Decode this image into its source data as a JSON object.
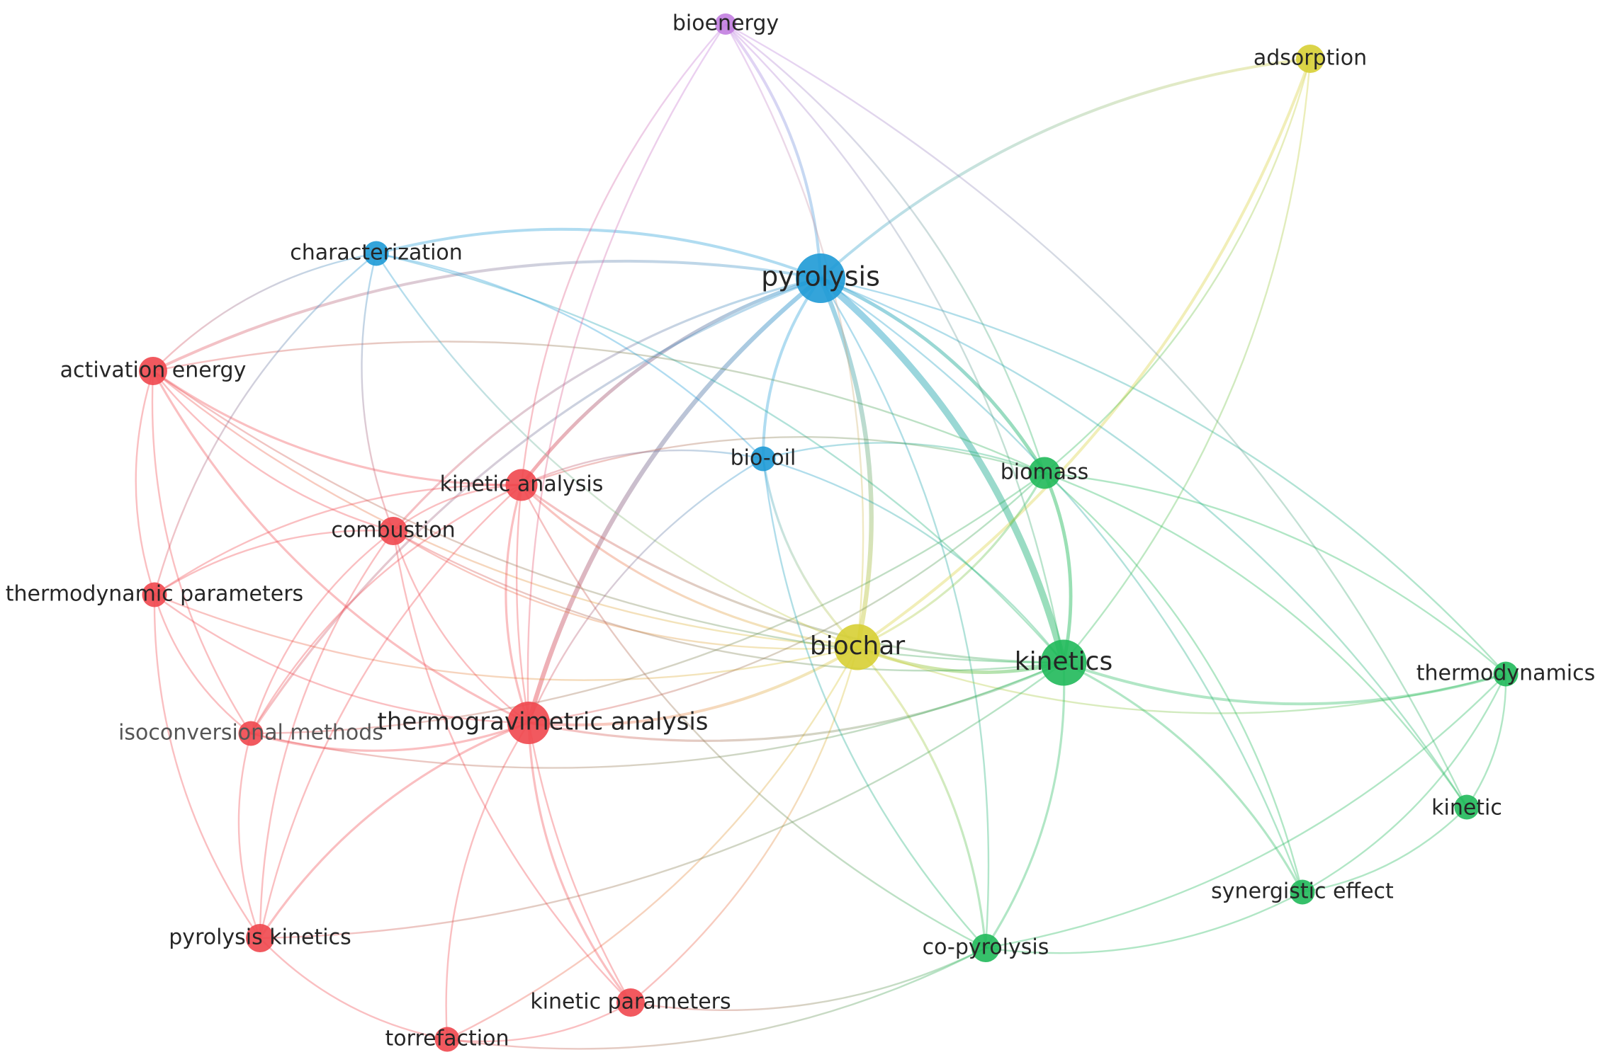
{
  "colors": {
    "red": "#f0474e",
    "blue": "#1e9ad6",
    "yellow": "#d7cf34",
    "green": "#20b95a",
    "purple": "#c27ee0"
  },
  "nodes": [
    {
      "id": "bioenergy",
      "label": "bioenergy",
      "cluster": "purple",
      "weight": 1
    },
    {
      "id": "adsorption",
      "label": "adsorption",
      "cluster": "yellow",
      "weight": 2
    },
    {
      "id": "characterization",
      "label": "characterization",
      "cluster": "blue",
      "weight": 1.5
    },
    {
      "id": "pyrolysis",
      "label": "pyrolysis",
      "cluster": "blue",
      "weight": 5
    },
    {
      "id": "activation_energy",
      "label": "activation energy",
      "cluster": "red",
      "weight": 2
    },
    {
      "id": "bio_oil",
      "label": "bio-oil",
      "cluster": "blue",
      "weight": 1.5
    },
    {
      "id": "biomass",
      "label": "biomass",
      "cluster": "green",
      "weight": 2.5
    },
    {
      "id": "kinetic_analysis",
      "label": "kinetic analysis",
      "cluster": "red",
      "weight": 2.5
    },
    {
      "id": "combustion",
      "label": "combustion",
      "cluster": "red",
      "weight": 2
    },
    {
      "id": "thermodynamic_parameters",
      "label": "thermodynamic parameters",
      "cluster": "red",
      "weight": 1.5
    },
    {
      "id": "biochar",
      "label": "biochar",
      "cluster": "yellow",
      "weight": 4.5
    },
    {
      "id": "kinetics",
      "label": "kinetics",
      "cluster": "green",
      "weight": 4.5
    },
    {
      "id": "thermodynamics",
      "label": "thermodynamics",
      "cluster": "green",
      "weight": 1.5
    },
    {
      "id": "isoconversional_methods",
      "label": "isoconversional methods",
      "cluster": "red",
      "weight": 1.5
    },
    {
      "id": "thermogravimetric_analysis",
      "label": "thermogravimetric analysis",
      "cluster": "red",
      "weight": 4
    },
    {
      "id": "kinetic",
      "label": "kinetic",
      "cluster": "green",
      "weight": 1.5
    },
    {
      "id": "synergistic_effect",
      "label": "synergistic effect",
      "cluster": "green",
      "weight": 1.5
    },
    {
      "id": "pyrolysis_kinetics",
      "label": "pyrolysis kinetics",
      "cluster": "red",
      "weight": 2
    },
    {
      "id": "co_pyrolysis",
      "label": "co-pyrolysis",
      "cluster": "green",
      "weight": 2
    },
    {
      "id": "kinetic_parameters",
      "label": "kinetic parameters",
      "cluster": "red",
      "weight": 2
    },
    {
      "id": "torrefaction",
      "label": "torrefaction",
      "cluster": "red",
      "weight": 1.5
    }
  ],
  "links": [
    [
      "pyrolysis",
      "kinetics",
      6
    ],
    [
      "pyrolysis",
      "biochar",
      4
    ],
    [
      "pyrolysis",
      "bio_oil",
      2.5
    ],
    [
      "pyrolysis",
      "biomass",
      3
    ],
    [
      "pyrolysis",
      "kinetic_analysis",
      3
    ],
    [
      "pyrolysis",
      "thermogravimetric_analysis",
      4
    ],
    [
      "pyrolysis",
      "characterization",
      2.5
    ],
    [
      "pyrolysis",
      "adsorption",
      2.5
    ],
    [
      "pyrolysis",
      "bioenergy",
      2.5
    ],
    [
      "pyrolysis",
      "activation_energy",
      2.5
    ],
    [
      "pyrolysis",
      "combustion",
      2
    ],
    [
      "pyrolysis",
      "thermodynamics",
      1.5
    ],
    [
      "pyrolysis",
      "co_pyrolysis",
      1.5
    ],
    [
      "pyrolysis",
      "synergistic_effect",
      1.5
    ],
    [
      "pyrolysis",
      "isoconversional_methods",
      2
    ],
    [
      "biochar",
      "kinetics",
      3
    ],
    [
      "biochar",
      "adsorption",
      2.5
    ],
    [
      "biochar",
      "biomass",
      2
    ],
    [
      "biochar",
      "thermogravimetric_analysis",
      2.5
    ],
    [
      "biochar",
      "kinetic_analysis",
      2
    ],
    [
      "biochar",
      "bio_oil",
      2
    ],
    [
      "biochar",
      "co_pyrolysis",
      2
    ],
    [
      "biochar",
      "kinetic_parameters",
      1.5
    ],
    [
      "biochar",
      "combustion",
      1.5
    ],
    [
      "biochar",
      "thermodynamic_parameters",
      1.5
    ],
    [
      "biochar",
      "activation_energy",
      1.5
    ],
    [
      "biochar",
      "thermodynamics",
      1.5
    ],
    [
      "biochar",
      "torrefaction",
      1.5
    ],
    [
      "kinetics",
      "biomass",
      3
    ],
    [
      "kinetics",
      "thermodynamics",
      2.5
    ],
    [
      "kinetics",
      "synergistic_effect",
      2
    ],
    [
      "kinetics",
      "co_pyrolysis",
      2
    ],
    [
      "kinetics",
      "kinetic_analysis",
      2
    ],
    [
      "kinetics",
      "thermogravimetric_analysis",
      2
    ],
    [
      "kinetics",
      "combustion",
      1.5
    ],
    [
      "kinetics",
      "bio_oil",
      1.5
    ],
    [
      "kinetics",
      "isoconversional_methods",
      1.5
    ],
    [
      "kinetics",
      "characterization",
      1.5
    ],
    [
      "biomass",
      "synergistic_effect",
      1.5
    ],
    [
      "biomass",
      "kinetic",
      1.5
    ],
    [
      "biomass",
      "thermodynamics",
      1.5
    ],
    [
      "biomass",
      "bio_oil",
      1.5
    ],
    [
      "biomass",
      "thermogravimetric_analysis",
      1.5
    ],
    [
      "biomass",
      "kinetic_analysis",
      1.5
    ],
    [
      "biomass",
      "isoconversional_methods",
      1.5
    ],
    [
      "biomass",
      "bioenergy",
      1.5
    ],
    [
      "biomass",
      "adsorption",
      1.5
    ],
    [
      "thermodynamics",
      "kinetic",
      1.5
    ],
    [
      "thermodynamics",
      "co_pyrolysis",
      1.5
    ],
    [
      "thermodynamics",
      "synergistic_effect",
      1.5
    ],
    [
      "synergistic_effect",
      "co_pyrolysis",
      1.5
    ],
    [
      "synergistic_effect",
      "kinetic",
      1.5
    ],
    [
      "kinetic",
      "bioenergy",
      1.5
    ],
    [
      "kinetic",
      "pyrolysis",
      1.5
    ],
    [
      "thermogravimetric_analysis",
      "kinetic_analysis",
      2
    ],
    [
      "thermogravimetric_analysis",
      "activation_energy",
      2
    ],
    [
      "thermogravimetric_analysis",
      "pyrolysis_kinetics",
      2
    ],
    [
      "thermogravimetric_analysis",
      "kinetic_parameters",
      2
    ],
    [
      "thermogravimetric_analysis",
      "isoconversional_methods",
      2
    ],
    [
      "thermogravimetric_analysis",
      "combustion",
      1.5
    ],
    [
      "thermogravimetric_analysis",
      "thermodynamic_parameters",
      1.5
    ],
    [
      "thermogravimetric_analysis",
      "torrefaction",
      1.5
    ],
    [
      "kinetic_analysis",
      "activation_energy",
      2
    ],
    [
      "kinetic_analysis",
      "isoconversional_methods",
      1.5
    ],
    [
      "kinetic_analysis",
      "thermodynamic_parameters",
      1.5
    ],
    [
      "kinetic_analysis",
      "combustion",
      1.5
    ],
    [
      "kinetic_analysis",
      "kinetic_parameters",
      1.5
    ],
    [
      "kinetic_analysis",
      "pyrolysis_kinetics",
      1.5
    ],
    [
      "activation_energy",
      "thermodynamic_parameters",
      1.5
    ],
    [
      "activation_energy",
      "isoconversional_methods",
      1.5
    ],
    [
      "activation_energy",
      "combustion",
      1.5
    ],
    [
      "activation_energy",
      "kinetics",
      1.5
    ],
    [
      "activation_energy",
      "biomass",
      1.5
    ],
    [
      "combustion",
      "isoconversional_methods",
      1.5
    ],
    [
      "combustion",
      "thermodynamic_parameters",
      1.5
    ],
    [
      "combustion",
      "pyrolysis_kinetics",
      1.5
    ],
    [
      "combustion",
      "characterization",
      1.5
    ],
    [
      "isoconversional_methods",
      "thermodynamic_parameters",
      1.5
    ],
    [
      "isoconversional_methods",
      "pyrolysis_kinetics",
      1.5
    ],
    [
      "pyrolysis_kinetics",
      "thermodynamic_parameters",
      1.5
    ],
    [
      "pyrolysis_kinetics",
      "torrefaction",
      1.5
    ],
    [
      "pyrolysis_kinetics",
      "kinetics",
      1.5
    ],
    [
      "kinetic_parameters",
      "torrefaction",
      1.5
    ],
    [
      "kinetic_parameters",
      "combustion",
      1.5
    ],
    [
      "kinetic_parameters",
      "co_pyrolysis",
      1.5
    ],
    [
      "torrefaction",
      "co_pyrolysis",
      1.5
    ],
    [
      "characterization",
      "bio_oil",
      1.5
    ],
    [
      "characterization",
      "biochar",
      1.5
    ],
    [
      "characterization",
      "thermodynamic_parameters",
      1.5
    ],
    [
      "characterization",
      "activation_energy",
      1.5
    ],
    [
      "bio_oil",
      "co_pyrolysis",
      1.5
    ],
    [
      "bio_oil",
      "thermogravimetric_analysis",
      1.5
    ],
    [
      "bio_oil",
      "kinetic_analysis",
      1.5
    ],
    [
      "bioenergy",
      "kinetic_analysis",
      1.5
    ],
    [
      "bioenergy",
      "biochar",
      1.5
    ],
    [
      "bioenergy",
      "thermogravimetric_analysis",
      1.5
    ],
    [
      "bioenergy",
      "kinetics",
      1.5
    ],
    [
      "adsorption",
      "kinetics",
      1.5
    ],
    [
      "co_pyrolysis",
      "kinetic_analysis",
      1.5
    ]
  ]
}
